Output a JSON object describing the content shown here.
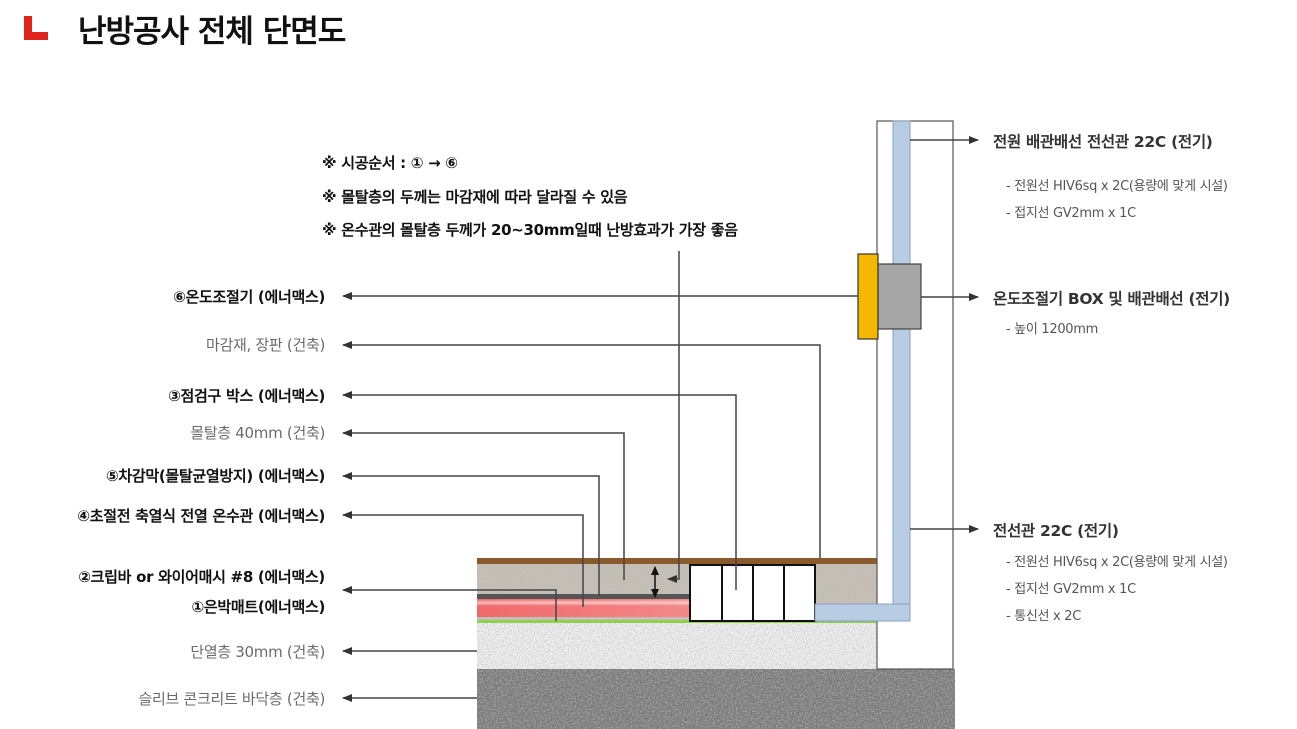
{
  "title": "난방공사 전체 단면도",
  "notes": [
    "※ 시공순서 : ① → ⑥",
    "※ 몰탈층의 두께는 마감재에 따라 달라질 수 있음",
    "※ 온수관의 몰탈층 두께가 20~30mm일때 난방효과가 가장 좋음"
  ],
  "left_labels": [
    {
      "text": "⑥온도조절기 (에너맥스)",
      "style": "bold"
    },
    {
      "text": "마감재, 장판 (건축)",
      "style": "gray"
    },
    {
      "text": "③점검구 박스 (에너맥스)",
      "style": "bold"
    },
    {
      "text": "몰탈층 40mm (건축)",
      "style": "gray"
    },
    {
      "text": "⑤차감막(몰탈균열방지) (에너맥스)",
      "style": "bold"
    },
    {
      "text": "④초절전 축열식 전열 온수관 (에너맥스)",
      "style": "bold"
    },
    {
      "text": "②크립바 or 와이어매시 #8 (에너맥스)",
      "style": "bold"
    },
    {
      "text": "①은박매트(에너맥스)",
      "style": "bold"
    },
    {
      "text": "단열층 30mm (건축)",
      "style": "gray"
    },
    {
      "text": "슬리브 콘크리트 바닥층 (건축)",
      "style": "gray"
    }
  ],
  "right_labels": [
    {
      "heading": "전원 배관배선 전선관 22C (전기)",
      "items": [
        "- 전원선 HIV6sq x 2C(용량에 맞게 시설)",
        "- 접지선 GV2mm x 1C"
      ]
    },
    {
      "heading": "온도조절기 BOX 및 배관배선 (전기)",
      "items": [
        "- 높이 1200mm"
      ]
    },
    {
      "heading": "전선관 22C (전기)",
      "items": [
        "- 전원선 HIV6sq x 2C(용량에 맞게 시설)",
        "- 접지선 GV2mm x 1C",
        "- 통신선 x 2C"
      ]
    }
  ],
  "colors": {
    "title_icon_orange": "#f5a300",
    "title_icon_red": "#e0231b",
    "conduit": "#b8cce4",
    "thermostat": "#f5b800",
    "box_gray": "#a6a6a6",
    "floor_finish": "#8b5a2b",
    "heating_pipe": "#f08080",
    "foil_mat": "#8fd14f"
  }
}
